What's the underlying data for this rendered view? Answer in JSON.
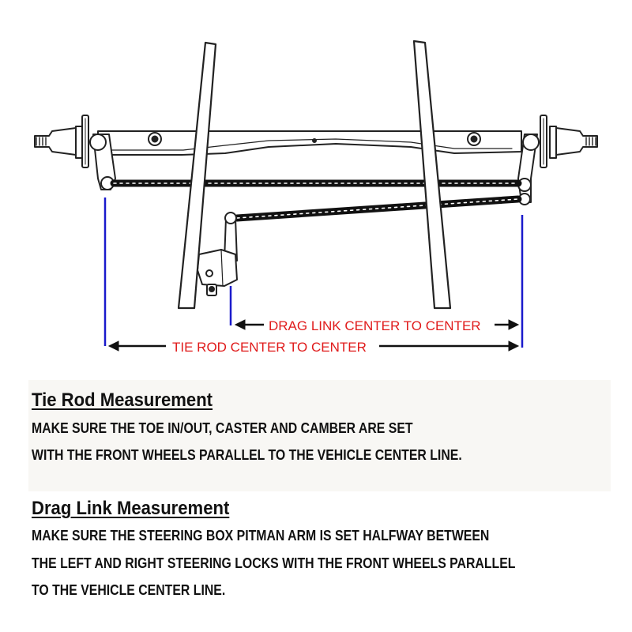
{
  "diagram": {
    "drag_link_label": "DRAG LINK CENTER TO CENTER",
    "tie_rod_label": "TIE ROD CENTER TO CENTER",
    "colors": {
      "measure_line": "#1a1acc",
      "label_text": "#e01b1b",
      "arrow": "#111111",
      "drawing": "#222222"
    }
  },
  "tie_rod_section": {
    "heading": "Tie Rod Measurement",
    "lines": [
      "MAKE SURE THE TOE IN/OUT, CASTER AND CAMBER ARE SET",
      "WITH THE FRONT WHEELS PARALLEL TO THE VEHICLE CENTER LINE."
    ]
  },
  "drag_link_section": {
    "heading": "Drag Link Measurement",
    "lines": [
      "MAKE SURE THE STEERING BOX PITMAN ARM IS SET HALFWAY BETWEEN",
      "THE LEFT AND RIGHT STEERING LOCKS WITH THE FRONT WHEELS PARALLEL",
      "TO THE VEHICLE CENTER LINE."
    ]
  }
}
